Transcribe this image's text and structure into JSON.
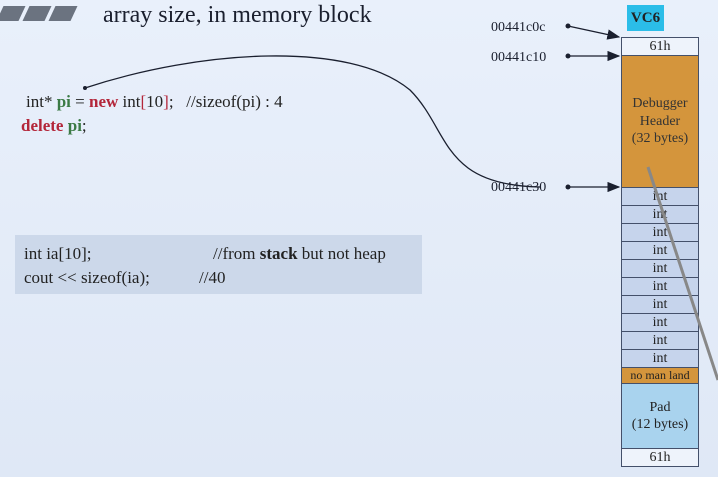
{
  "title": "array size, in memory block",
  "code1": {
    "a": "int* ",
    "pi": "pi",
    "b": " = ",
    "new": "new",
    "c": " int",
    "lb": "[",
    "n": "10",
    "rb": "]",
    "d": ";   //sizeof(pi) : 4",
    "del": "delete",
    "sp": " ",
    "pi2": "pi",
    "semi": ";"
  },
  "code2": {
    "l1a": "int ia[10];",
    "l1b": "//from ",
    "stack": "stack",
    "l1c": " but not heap",
    "l2a": "cout << sizeof(ia);",
    "l2b": "//40"
  },
  "addresses": [
    "00441c0c",
    "00441c10",
    "00441c30"
  ],
  "badge": "VC6",
  "blocks": {
    "cookie_top": "61h",
    "header": [
      "Debugger",
      "Header",
      "(32 bytes)"
    ],
    "ints": [
      "int",
      "int",
      "int",
      "int",
      "int",
      "int",
      "int",
      "int",
      "int",
      "int"
    ],
    "no_man_land": "no man land",
    "pad": [
      "Pad",
      "(12 bytes)"
    ],
    "cookie_bottom": "61h"
  },
  "colors": {
    "header": "#d4953c",
    "int": "#c6d4ec",
    "pad": "#a9d3ee",
    "badge": "#2bbde8",
    "cookie": "#eef3fb"
  }
}
